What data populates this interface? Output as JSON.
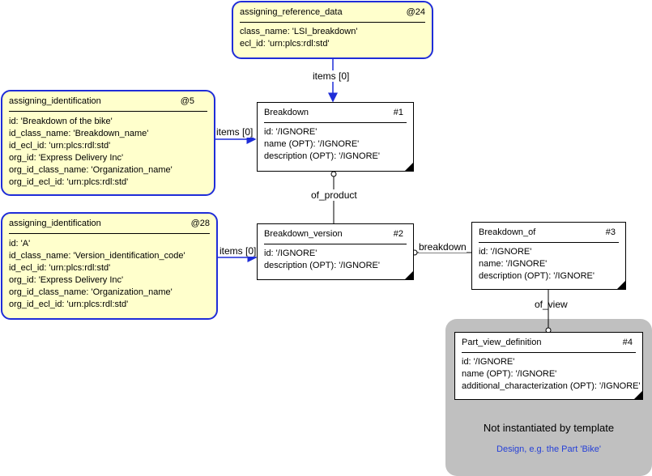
{
  "refs": [
    {
      "name": "assigning_reference_data",
      "id": "@24",
      "attrs": [
        "class_name: 'LSI_breakdown'",
        "ecl_id: 'urn:plcs:rdl:std'"
      ]
    },
    {
      "name": "assigning_identification",
      "id": "@5",
      "attrs": [
        "id: 'Breakdown of the bike'",
        "id_class_name: 'Breakdown_name'",
        "id_ecl_id: 'urn:plcs:rdl:std'",
        "org_id: 'Express Delivery Inc'",
        "org_id_class_name: 'Organization_name'",
        "org_id_ecl_id: 'urn:plcs:rdl:std'"
      ]
    },
    {
      "name": "assigning_identification",
      "id": "@28",
      "attrs": [
        "id: 'A'",
        "id_class_name: 'Version_identification_code'",
        "id_ecl_id: 'urn:plcs:rdl:std'",
        "org_id: 'Express Delivery Inc'",
        "org_id_class_name: 'Organization_name'",
        "org_id_ecl_id: 'urn:plcs:rdl:std'"
      ]
    }
  ],
  "entities": [
    {
      "name": "Breakdown",
      "id": "#1",
      "attrs": [
        "id: '/IGNORE'",
        "name (OPT): '/IGNORE'",
        "description (OPT): '/IGNORE'"
      ]
    },
    {
      "name": "Breakdown_version",
      "id": "#2",
      "attrs": [
        "id: '/IGNORE'",
        "description (OPT): '/IGNORE'"
      ]
    },
    {
      "name": "Breakdown_of",
      "id": "#3",
      "attrs": [
        "id: '/IGNORE'",
        "name: '/IGNORE'",
        "description (OPT): '/IGNORE'"
      ]
    },
    {
      "name": "Part_view_definition",
      "id": "#4",
      "attrs": [
        "id: '/IGNORE'",
        "name (OPT): '/IGNORE'",
        "additional_characterization (OPT): '/IGNORE'"
      ]
    }
  ],
  "labels": {
    "items_top": "items [0]",
    "items_mid": "items [0]",
    "items_low": "items [0]",
    "of_product": "of_product",
    "breakdown": "breakdown",
    "of_view": "of_view"
  },
  "notes": {
    "not_instantiated": "Not instantiated by template",
    "design": "Design, e.g. the Part 'Bike'"
  },
  "colors": {
    "ref_fill": "#ffffcc",
    "ref_border": "#1f2dd8",
    "gray": "#c0c0c0",
    "note_blue": "#2540d8"
  }
}
